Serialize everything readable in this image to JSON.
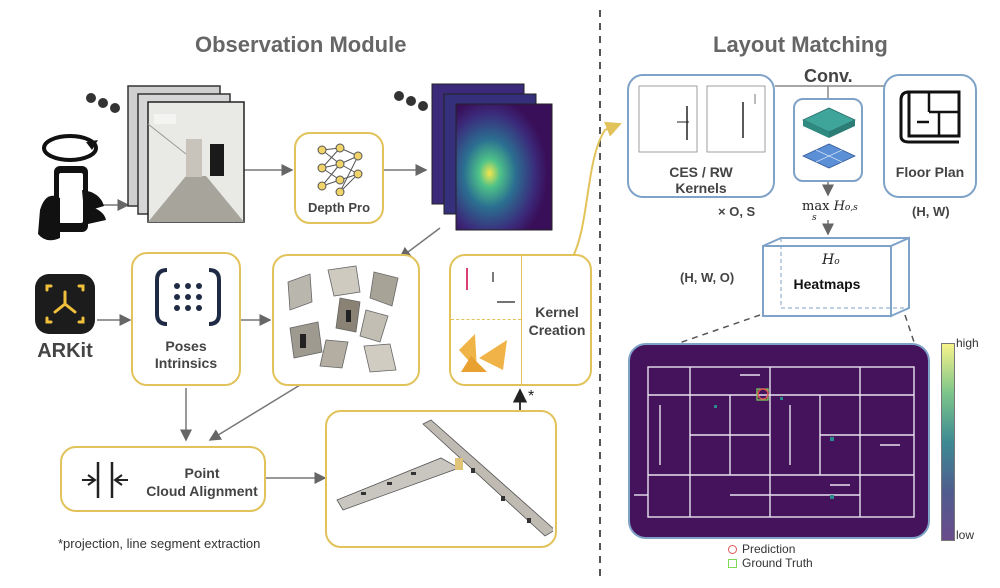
{
  "observation": {
    "title": "Observation Module",
    "depth_pro": "Depth Pro",
    "arkit": "ARKit",
    "poses_line1": "Poses",
    "poses_line2": "Intrinsics",
    "kernel_line1": "Kernel",
    "kernel_line2": "Creation",
    "pca_line1": "Point",
    "pca_line2": "Cloud Alignment",
    "asterisk": "*",
    "footnote": "*projection, line segment extraction"
  },
  "layout": {
    "title": "Layout Matching",
    "conv": "Conv.",
    "kernels_line1": "CES / RW",
    "kernels_line2": "Kernels",
    "kernels_dims": "× O, S",
    "floor_plan": "Floor Plan",
    "floor_dims": "(H, W)",
    "max_op": "max",
    "max_sub": "s",
    "heat_sym": "H",
    "heat_sym_sub": "o",
    "heatmaps": "Heatmaps",
    "heat_dims": "(H, W, O)",
    "cb_high": "high",
    "cb_low": "low",
    "legend_prediction": "Prediction",
    "legend_gt": "Ground Truth"
  },
  "colors": {
    "yellow": "#e2c25a",
    "blue": "#7fa2c8",
    "heatmap_bg": "#44135c",
    "prediction": "#e05555",
    "ground_truth": "#7ed957"
  }
}
